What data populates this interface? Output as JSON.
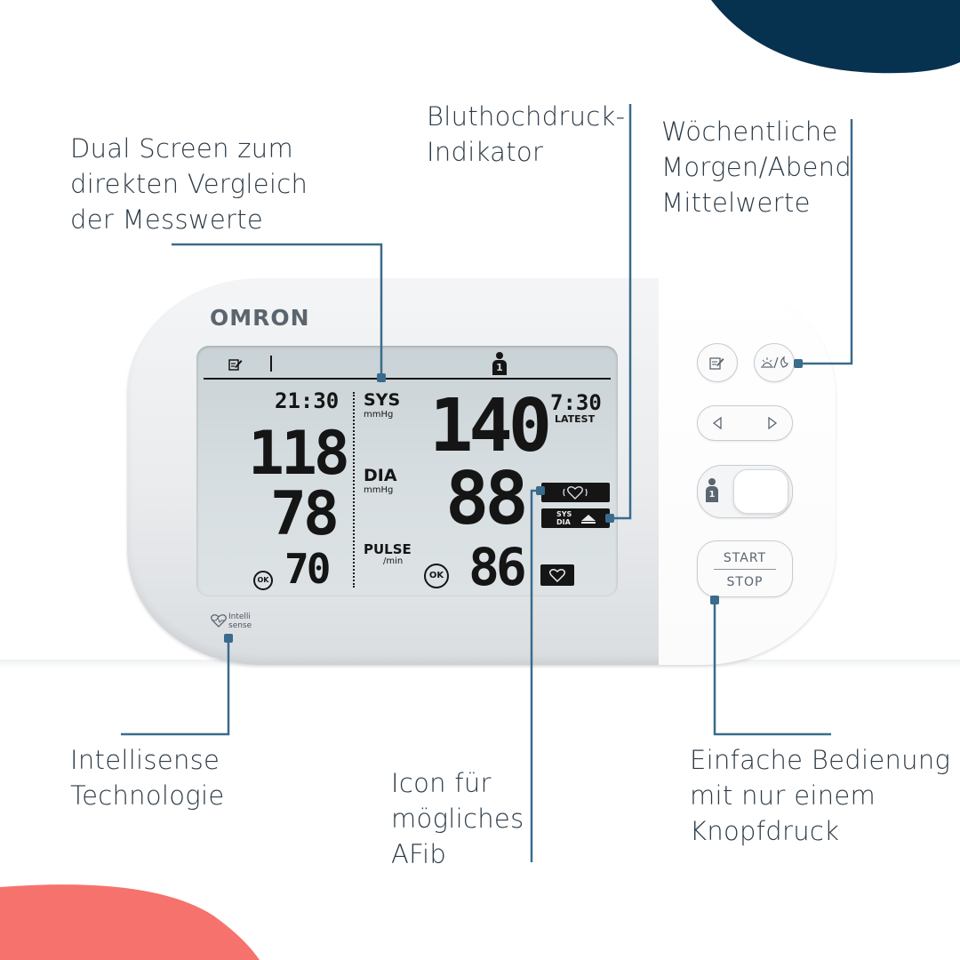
{
  "brand": "OMRON",
  "annotations": {
    "dual_screen": [
      "Dual Screen zum",
      "direkten Vergleich",
      "der Messwerte"
    ],
    "bp_indicator": [
      "Bluthochdruck-",
      "Indikator"
    ],
    "weekly_avg": [
      "Wöchentliche",
      "Morgen/Abend",
      "Mittelwerte"
    ],
    "intellisense": [
      "Intellisense",
      "Technologie"
    ],
    "afib": [
      "Icon für",
      "mögliches",
      "AFib"
    ],
    "one_button": [
      "Einfache Bedienung",
      "mit nur einem",
      "Knopfdruck"
    ]
  },
  "display": {
    "left": {
      "time": "21:30",
      "sys": "118",
      "dia": "78",
      "pulse": "70",
      "ok": "OK"
    },
    "right": {
      "time": "7:30",
      "latest": "LATEST",
      "sys": "140",
      "dia": "88",
      "pulse": "86",
      "ok": "OK"
    },
    "labels": {
      "sys": "SYS",
      "dia": "DIA",
      "pulse": "PULSE",
      "mmhg": "mmHg",
      "per_min": "/min"
    },
    "user": "1",
    "indicator_sys": "SYS",
    "indicator_dia": "DIA"
  },
  "intellisense_logo": [
    "Intelli",
    "sense"
  ],
  "buttons": {
    "start": "START",
    "stop": "STOP",
    "user": "1"
  },
  "colors": {
    "line": "#3a6b8c",
    "dark_blob": "#06314f",
    "coral_blob": "#f6726c",
    "lcd": "#d3dadd"
  },
  "icons": [
    "memory-icon",
    "morning-evening-icon",
    "arrow-left-icon",
    "arrow-right-icon",
    "user-icon",
    "heart-icon",
    "afib-heart-icon",
    "ok-icon"
  ]
}
